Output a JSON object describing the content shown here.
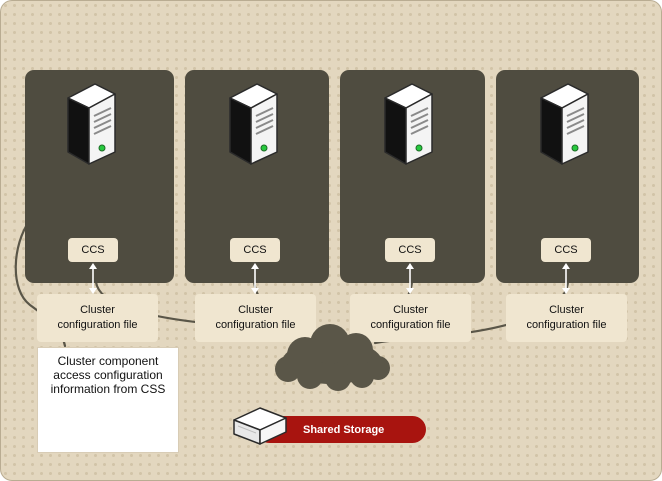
{
  "nodes": [
    {
      "ccs": "CCS",
      "config": [
        "Cluster",
        "configuration file"
      ]
    },
    {
      "ccs": "CCS",
      "config": [
        "Cluster",
        "configuration file"
      ]
    },
    {
      "ccs": "CCS",
      "config": [
        "Cluster",
        "configuration file"
      ]
    },
    {
      "ccs": "CCS",
      "config": [
        "Cluster",
        "configuration file"
      ]
    }
  ],
  "callout": [
    "Cluster component",
    "access configuration",
    "information from CSS"
  ],
  "storage": {
    "label": "Shared Storage"
  },
  "colors": {
    "background": "#e3d7bf",
    "node_panel": "#4f4c40",
    "label_box": "#f0e6d0",
    "storage": "#a8140f",
    "wire": "#5a5648"
  }
}
